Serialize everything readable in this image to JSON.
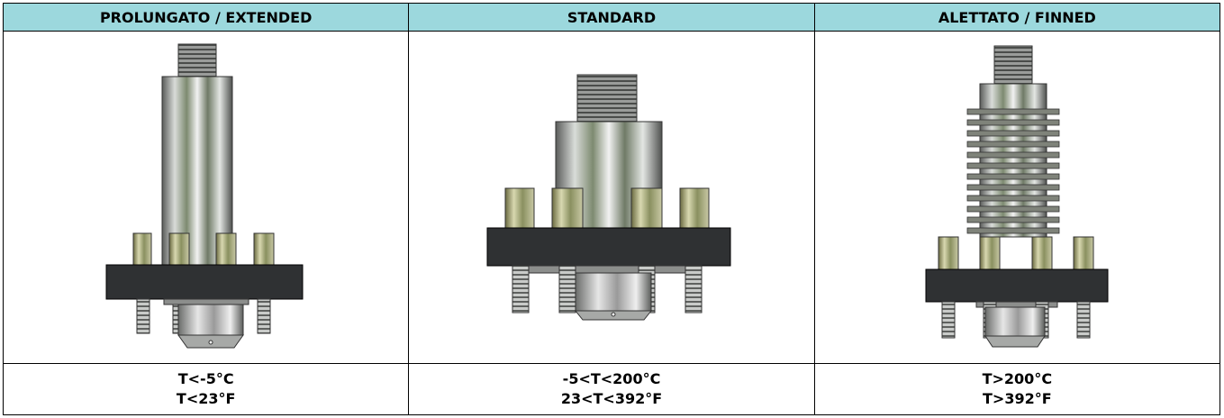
{
  "columns": [
    {
      "header": "PROLUNGATO / EXTENDED",
      "temp_c": "T<-5°C",
      "temp_f": "T<23°F",
      "image": "extended-flange-illustration"
    },
    {
      "header": "STANDARD",
      "temp_c": "-5<T<200°C",
      "temp_f": "23<T<392°F",
      "image": "standard-flange-illustration"
    },
    {
      "header": "ALETTATO / FINNED",
      "temp_c": "T>200°C",
      "temp_f": "T>392°F",
      "image": "finned-flange-illustration"
    }
  ],
  "colors": {
    "header_bg": "#9cd8dd",
    "flange": "#2f3133",
    "steel": "#b9bcc0"
  }
}
